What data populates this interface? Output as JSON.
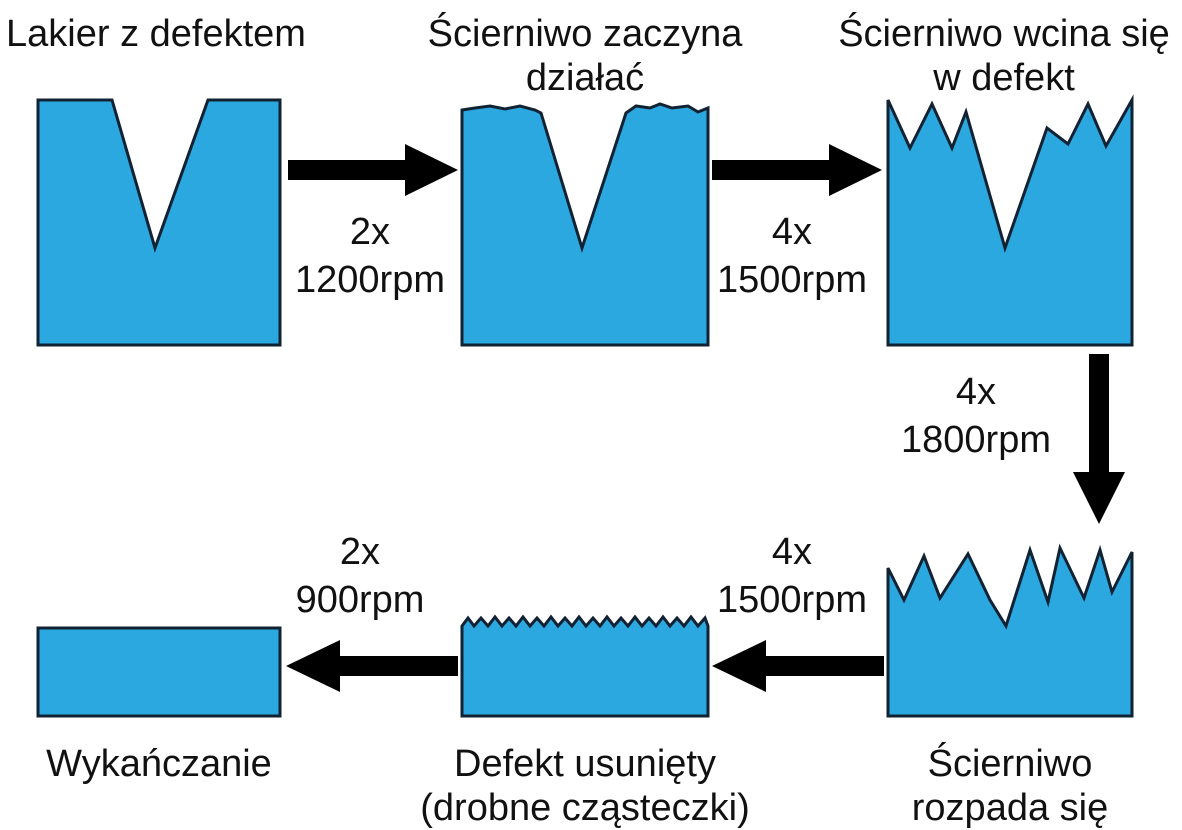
{
  "colors": {
    "block_fill": "#2ca8e0",
    "arrow": "#000000",
    "text": "#111111",
    "background": "#ffffff"
  },
  "stages": [
    {
      "id": "stage1",
      "lines": [
        "Lakier z defektem"
      ]
    },
    {
      "id": "stage2",
      "lines": [
        "Ścierniwo zaczyna",
        "działać"
      ]
    },
    {
      "id": "stage3",
      "lines": [
        "Ścierniwo wcina się",
        "w defekt"
      ]
    },
    {
      "id": "stage4",
      "lines": [
        "Ścierniwo",
        "rozpada się"
      ]
    },
    {
      "id": "stage5",
      "lines": [
        "Defekt usunięty",
        "(drobne cząsteczki)"
      ]
    },
    {
      "id": "stage6",
      "lines": [
        "Wykańczanie"
      ]
    }
  ],
  "steps": [
    {
      "id": "step1",
      "passes": "2x",
      "speed": "1200rpm"
    },
    {
      "id": "step2",
      "passes": "4x",
      "speed": "1500rpm"
    },
    {
      "id": "step3",
      "passes": "4x",
      "speed": "1800rpm"
    },
    {
      "id": "step4",
      "passes": "4x",
      "speed": "1500rpm"
    },
    {
      "id": "step5",
      "passes": "2x",
      "speed": "900rpm"
    }
  ]
}
